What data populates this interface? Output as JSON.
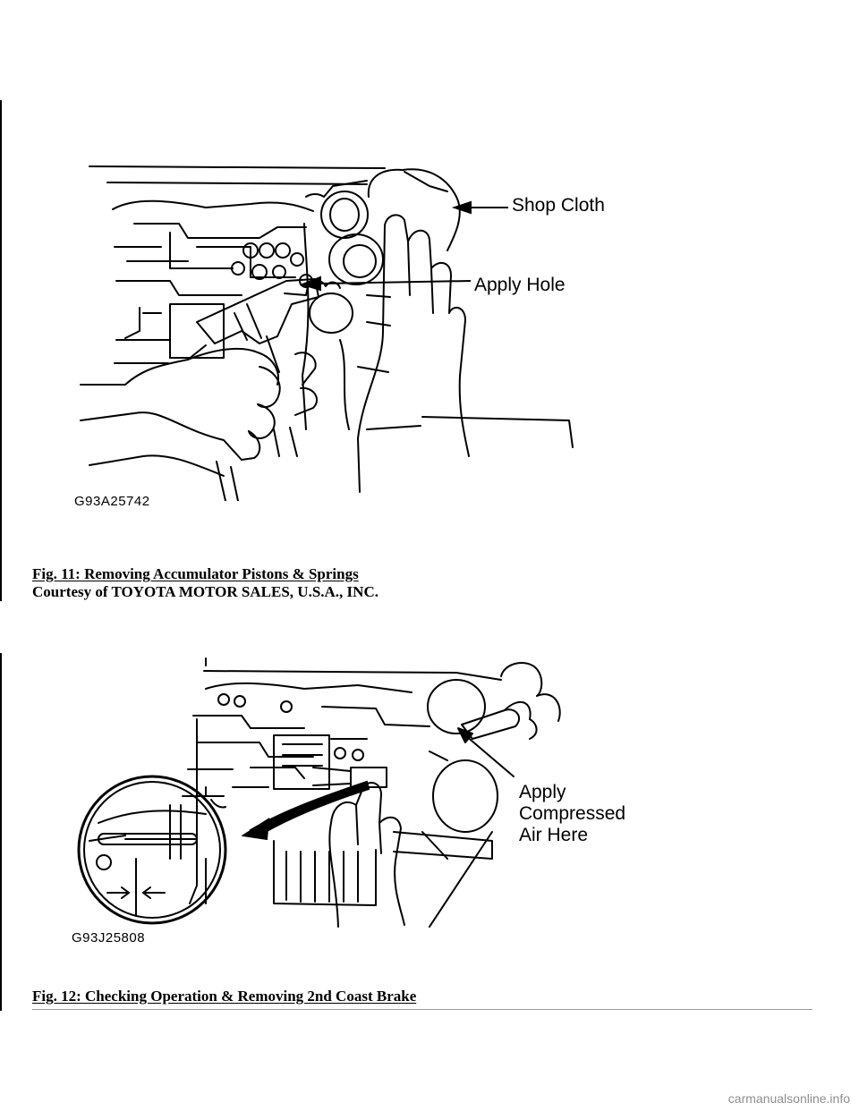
{
  "figure11": {
    "callouts": [
      "Shop Cloth",
      "Apply Hole"
    ],
    "code": "G93A25742",
    "caption": "Fig. 11: Removing Accumulator Pistons & Springs",
    "courtesy": "Courtesy of TOYOTA MOTOR SALES, U.S.A., INC."
  },
  "figure12": {
    "callout_lines": [
      "Apply",
      "Compressed",
      "Air Here"
    ],
    "code": "G93J25808",
    "caption": "Fig. 12: Checking Operation & Removing 2nd Coast Brake"
  },
  "watermark": "carmanualsonline.info"
}
